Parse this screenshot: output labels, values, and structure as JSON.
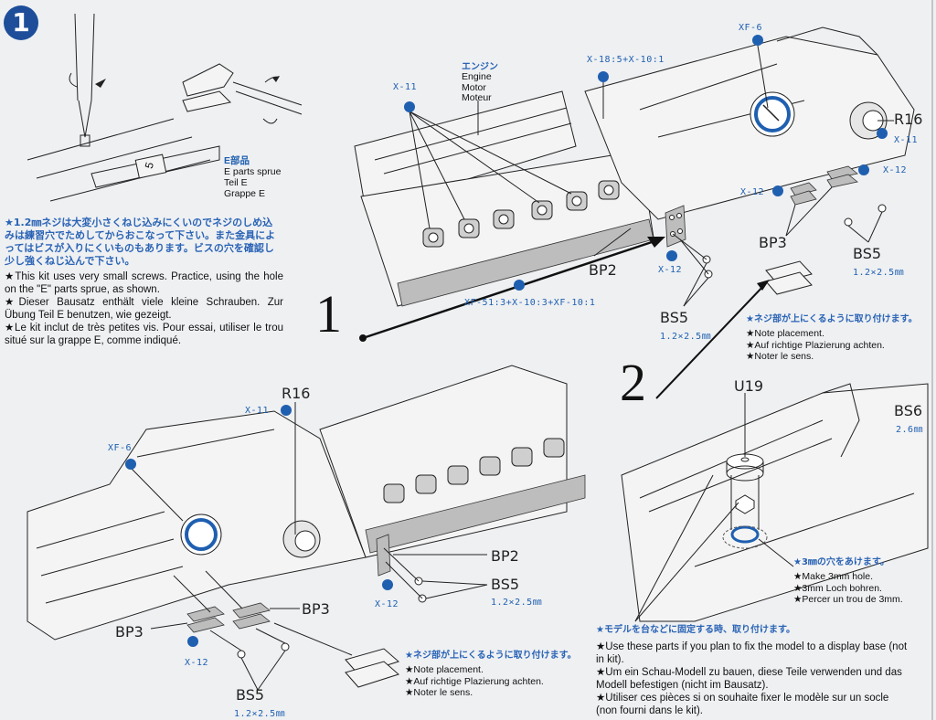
{
  "step": {
    "number": "1"
  },
  "sprue_label": {
    "jp": "E部品",
    "en": "E parts sprue",
    "de": "Teil E",
    "fr": "Grappe E",
    "sprue_number": "5"
  },
  "screw_note": {
    "jp": "★1.2㎜ネジは大変小さくねじ込みにくいのでネジのしめ込みは練習穴でためしてからおこなって下さい。また金具によってはビスが入りにくいものもあります。ビスの穴を確認し少し強くねじ込んで下さい。",
    "en": "★This kit uses very small screws. Practice, using the hole on the \"E\" parts sprue, as shown.",
    "de": "★Dieser Bausatz enthält viele kleine Schrauben. Zur Übung Teil E benutzen, wie gezeigt.",
    "fr": "★Le kit inclut de très petites vis. Pour essai, utiliser le trou situé sur la grappe E, comme indiqué."
  },
  "engine_label": {
    "jp": "エンジン",
    "en": "Engine",
    "de": "Motor",
    "fr": "Moteur"
  },
  "top_diagram": {
    "paint_x11_left": "X-11",
    "paint_x18": "X-18:5+X-10:1",
    "paint_xf6": "XF-6",
    "part_r16": "R16",
    "paint_x11_right": "X-11",
    "paint_x12_right": "X-12",
    "paint_x12_mid": "X-12",
    "part_bp3": "BP3",
    "part_bs5_right": "BS5",
    "size_bs5_right": "1.2×2.5㎜",
    "part_bp2": "BP2",
    "paint_x12_bp2": "X-12",
    "paint_xf51": "XF-51:3+X-10:3+XF-10:1",
    "part_bs5_mid": "BS5",
    "size_bs5_mid": "1.2×2.5㎜"
  },
  "callouts": {
    "one": "1",
    "two": "2"
  },
  "placement_note_top": {
    "jp": "★ネジ部が上にくるように取り付けます。",
    "en": "★Note placement.",
    "de": "★Auf richtige Plazierung achten.",
    "fr": "★Noter le sens."
  },
  "bottom_left_diagram": {
    "part_r16": "R16",
    "paint_x11": "X-11",
    "paint_xf6": "XF-6",
    "part_bp2": "BP2",
    "part_bs5_right": "BS5",
    "size_bs5_right": "1.2×2.5㎜",
    "paint_x12_bp2": "X-12",
    "part_bp3_right": "BP3",
    "part_bp3_left": "BP3",
    "paint_x12_left": "X-12",
    "part_bs5_bottom": "BS5",
    "size_bs5_bottom": "1.2×2.5㎜"
  },
  "placement_note_bottom": {
    "jp": "★ネジ部が上にくるように取り付けます。",
    "en": "★Note placement.",
    "de": "★Auf richtige Plazierung achten.",
    "fr": "★Noter le sens."
  },
  "bottom_right_diagram": {
    "part_u19": "U19",
    "part_bs6": "BS6",
    "size_bs6": "2.6㎜"
  },
  "hole_note": {
    "jp": "★3㎜の穴をあけます。",
    "en": "★Make 3mm hole.",
    "de": "★3mm Loch bohren.",
    "fr": "★Percer un trou de 3mm."
  },
  "display_note": {
    "jp": "★モデルを台などに固定する時、取り付けます。",
    "en": "★Use these parts if you plan to fix the model to a display base (not in kit).",
    "de": "★Um ein Schau-Modell zu bauen, diese Teile verwenden und das Modell befestigen (nicht im Bausatz).",
    "fr": "★Utiliser ces pièces si on souhaite fixer le modèle sur un socle (non fourni dans le kit)."
  },
  "colors": {
    "accent_blue": "#1f5fb0",
    "badge_blue": "#1e4e9a",
    "paper": "#eef0f2"
  }
}
